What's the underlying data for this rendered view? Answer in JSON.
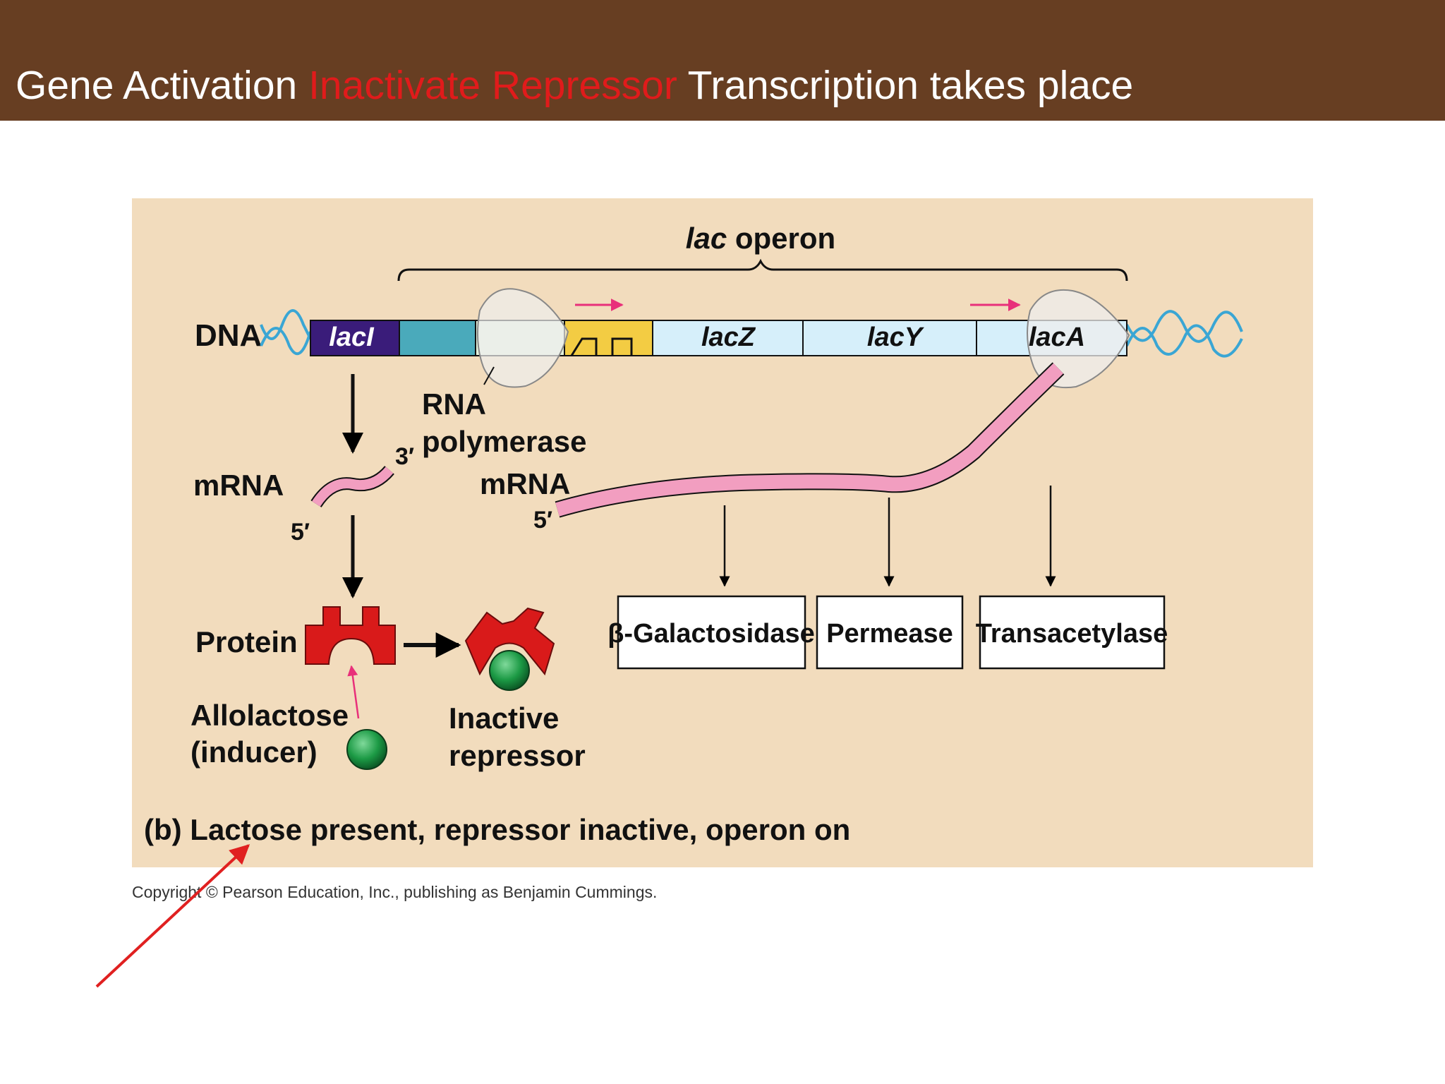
{
  "slide": {
    "title_part1": "Gene Activation ",
    "title_highlight": "Inactivate Repressor",
    "title_part2": " Transcription takes place",
    "title_color": "#ffffff",
    "highlight_color": "#e01b1b",
    "header_bg": "#673e22"
  },
  "figure": {
    "bg_color": "#f2dcbd",
    "operon_label_italic": "lac",
    "operon_label": " operon",
    "dna_label": "DNA",
    "genes": {
      "laci": "lacI",
      "lacz": "lacZ",
      "lacy": "lacY",
      "laca": "lacA"
    },
    "rna_polymerase": [
      "RNA",
      "polymerase"
    ],
    "mrna_left": "mRNA",
    "mrna_right": "mRNA",
    "three_prime": "3′",
    "five_prime_left": "5′",
    "five_prime_right": "5′",
    "protein": "Protein",
    "inducer": [
      "Allolactose",
      "(inducer)"
    ],
    "inactive_repressor": [
      "Inactive",
      "repressor"
    ],
    "enzymes": [
      "β-Galactosidase",
      "Permease",
      "Transacetylase"
    ],
    "caption": "(b) Lactose present, repressor inactive, operon on",
    "copyright": "Copyright © Pearson Education, Inc., publishing as Benjamin Cummings.",
    "colors": {
      "laci": "#3a1c7a",
      "regulator": "#4aaabb",
      "operator": "#f3cc43",
      "genes": "#d6effa",
      "repressor": "#d91a1a",
      "inducer": "#1c9a45",
      "mrna": "#f29ec0",
      "dna_helix": "#3aa6d4",
      "pointer_arrow": "#e02020"
    }
  }
}
